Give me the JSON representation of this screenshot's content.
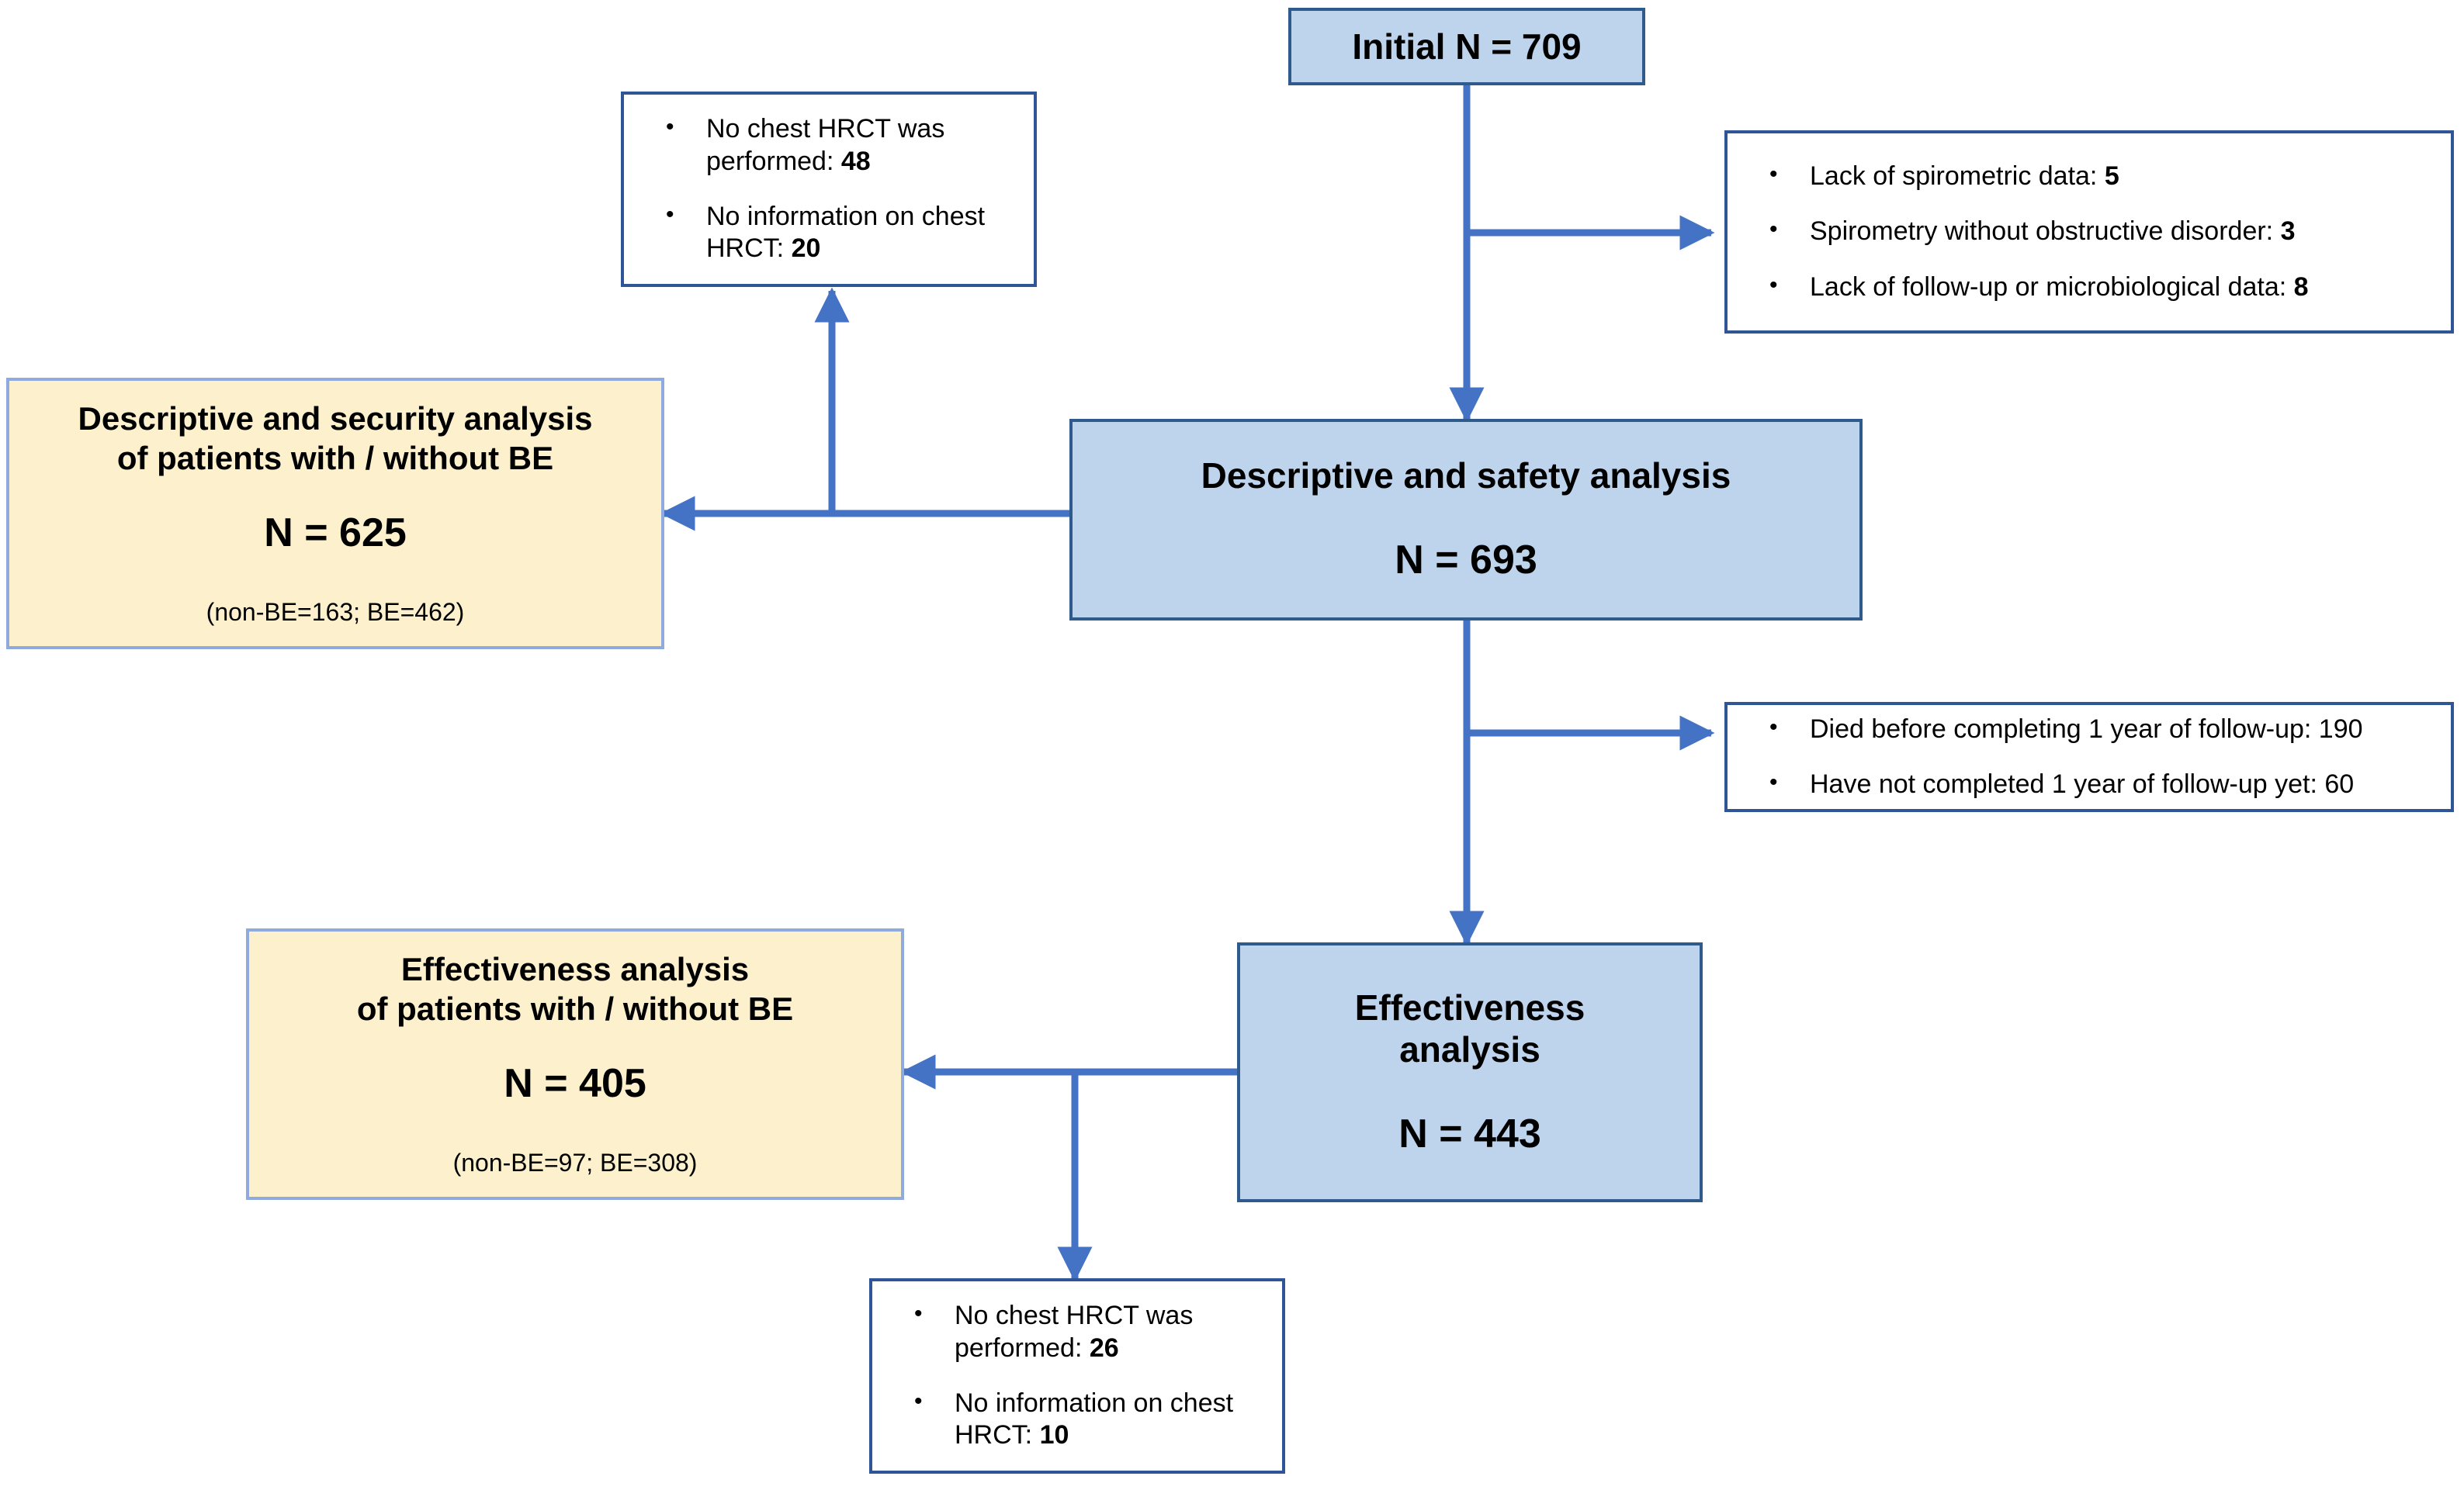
{
  "colors": {
    "blue_fill": "#BDD4EC",
    "blue_border": "#2E5B8C",
    "yellow_fill": "#FDF0CD",
    "yellow_border": "#8FAADC",
    "white_fill": "#FFFFFF",
    "white_border": "#2F5597",
    "connector": "#4472C4"
  },
  "nodes": {
    "initial": {
      "title": "Initial N = 709"
    },
    "exclusion_hrct_top": {
      "items": [
        {
          "text": "No chest HRCT was performed: ",
          "count": "48"
        },
        {
          "text": "No information on chest HRCT: ",
          "count": "20"
        }
      ]
    },
    "exclusion_spirometry": {
      "items": [
        {
          "text": "Lack of spirometric data: ",
          "count": "5"
        },
        {
          "text": "Spirometry without obstructive disorder: ",
          "count": "3"
        },
        {
          "text": "Lack of follow-up or microbiological data: ",
          "count": "8"
        }
      ]
    },
    "descriptive_security": {
      "title_line1": "Descriptive and security analysis",
      "title_line2": "of patients with / without BE",
      "n_label": "N = 625",
      "breakdown": "(non-BE=163; BE=462)"
    },
    "descriptive_safety": {
      "title": "Descriptive and safety analysis",
      "n_label": "N = 693"
    },
    "exclusion_followup": {
      "items": [
        {
          "text": "Died before completing 1 year of follow-up: 190",
          "count": ""
        },
        {
          "text": "Have not completed 1 year of follow-up yet: 60",
          "count": ""
        }
      ]
    },
    "effectiveness_outcome": {
      "title_line1": "Effectiveness analysis",
      "title_line2": "of patients with / without BE",
      "n_label": "N = 405",
      "breakdown": "(non-BE=97; BE=308)"
    },
    "effectiveness": {
      "title_line1": "Effectiveness",
      "title_line2": "analysis",
      "n_label": "N = 443"
    },
    "exclusion_hrct_bottom": {
      "items": [
        {
          "text": "No chest HRCT was performed: ",
          "count": "26"
        },
        {
          "text": "No information on chest HRCT: ",
          "count": "10"
        }
      ]
    }
  }
}
